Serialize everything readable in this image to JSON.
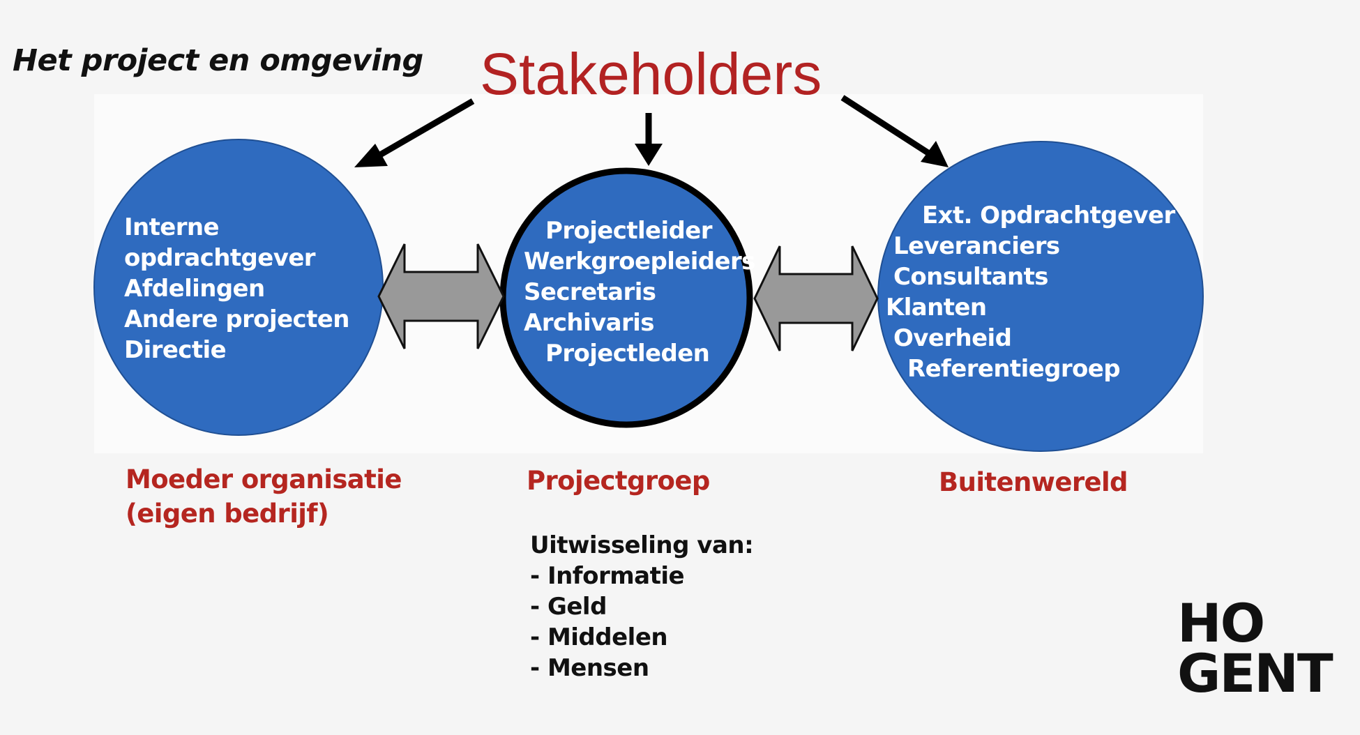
{
  "slide_title": "Het project en omgeving",
  "stakeholders_title": "Stakeholders",
  "circles": {
    "moeder": {
      "items": [
        "Interne",
        "opdrachtgever",
        "Afdelingen",
        "Andere projecten",
        "Directie"
      ],
      "label_lines": [
        "Moeder organisatie",
        "(eigen bedrijf)"
      ]
    },
    "projectgroep": {
      "items": [
        "Projectleider",
        "Werkgroepleiders",
        "Secretaris",
        "Archivaris",
        "Projectleden"
      ],
      "label_lines": [
        "Projectgroep"
      ]
    },
    "buitenwereld": {
      "items": [
        "Ext. Opdrachtgever",
        "Leveranciers",
        "Consultants",
        "Klanten",
        "Overheid",
        "Referentiegroep"
      ],
      "label_lines": [
        "Buitenwereld"
      ]
    }
  },
  "exchange": {
    "heading": "Uitwisseling van:",
    "items": [
      "- Informatie",
      "- Geld",
      "- Middelen",
      "- Mensen"
    ]
  },
  "logo": {
    "line1": "HO",
    "line2": "GENT"
  },
  "colors": {
    "circle_fill": "#2f6bbf",
    "arrow_fill": "#999999",
    "label_red": "#b52620",
    "title_red": "#b22222",
    "background": "#f5f5f5"
  }
}
